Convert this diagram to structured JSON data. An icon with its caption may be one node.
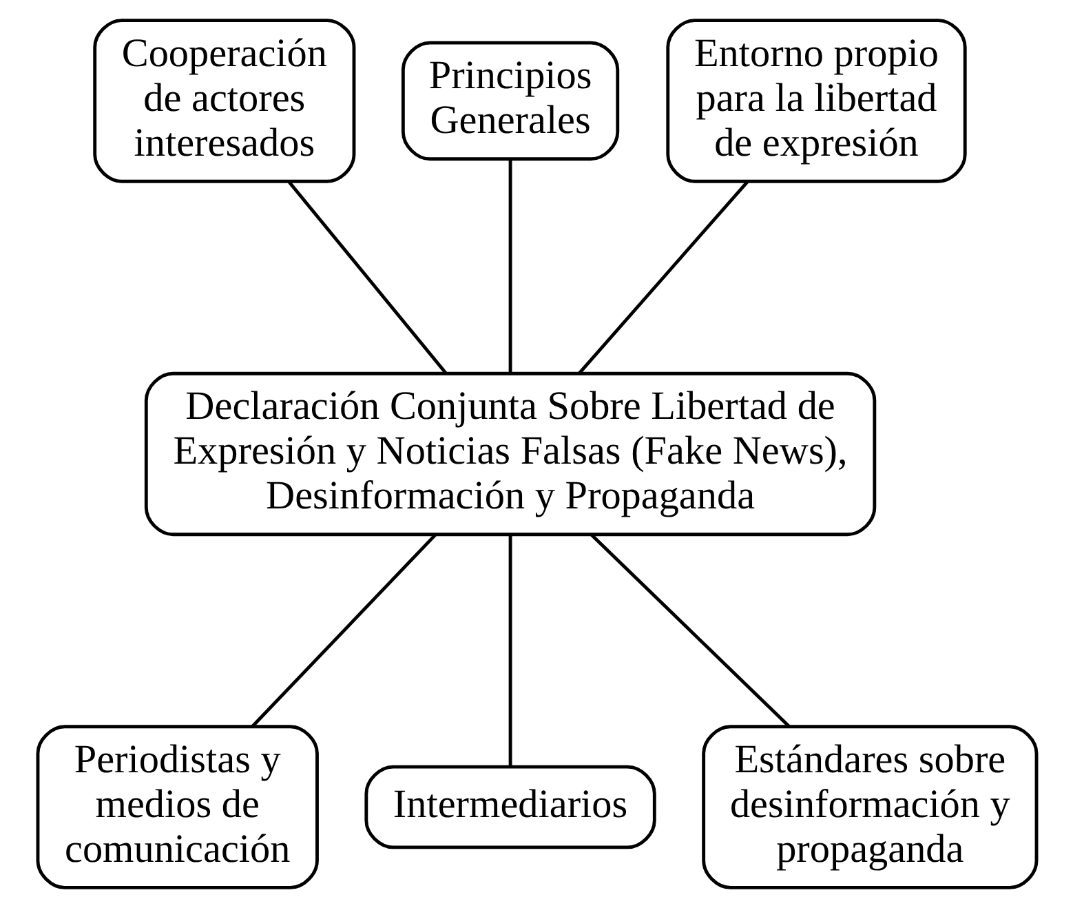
{
  "diagram": {
    "nodes": [
      {
        "text": [
          "Cooperación de actores interesados"
        ]
      },
      {
        "text": [
          "Principios Generales"
        ]
      },
      {
        "text": [
          "Entorno propio para la libertad de expresión"
        ]
      },
      {
        "text": [
          "Declaración Conjunta Sobre Libertad de Expresión y Noticias Falsas (Fake News), Desinformación y Propaganda"
        ]
      },
      {
        "text": [
          "Periodistas y medios de comunicación"
        ]
      },
      {
        "text": [
          "Intermediarios"
        ]
      },
      {
        "text": [
          "Estándares sobre desinformación y propaganda"
        ]
      }
    ],
    "edges": [
      {
        "from": 0,
        "to": 3,
        "arrow": "none"
      },
      {
        "from": 1,
        "to": 3,
        "arrow": "none"
      },
      {
        "from": 2,
        "to": 3,
        "arrow": "none"
      },
      {
        "from": 3,
        "to": 4,
        "arrow": "none"
      },
      {
        "from": 3,
        "to": 5,
        "arrow": "none"
      },
      {
        "from": 3,
        "to": 6,
        "arrow": "none"
      }
    ]
  }
}
